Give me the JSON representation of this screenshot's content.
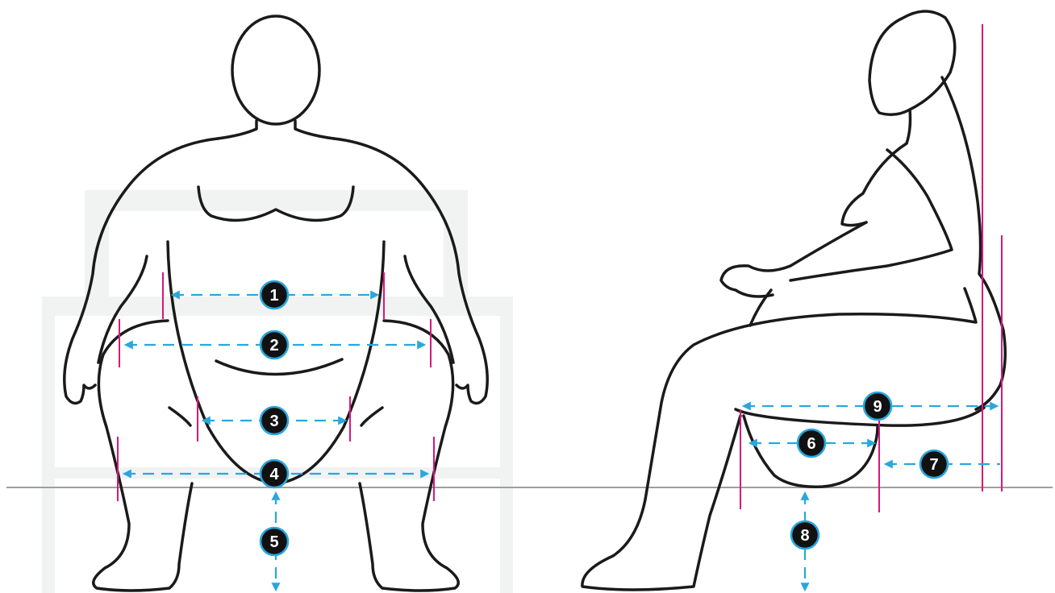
{
  "colors": {
    "outline": "#1a1a1a",
    "chair": "#f1f2f2",
    "floor": "#9e9e9e",
    "measure_arrow": "#29a7de",
    "landmark_mark": "#d6187a",
    "badge_fill": "#111111",
    "badge_ring": "#29a7de",
    "badge_text": "#ffffff"
  },
  "icons": {
    "front_view": "seated-person-front-silhouette",
    "side_view": "seated-person-side-silhouette",
    "chair": "chair-silhouette"
  },
  "measurements": [
    {
      "id": "m1",
      "label": "1",
      "view": "front"
    },
    {
      "id": "m2",
      "label": "2",
      "view": "front"
    },
    {
      "id": "m3",
      "label": "3",
      "view": "front"
    },
    {
      "id": "m4",
      "label": "4",
      "view": "front"
    },
    {
      "id": "m5",
      "label": "5",
      "view": "front"
    },
    {
      "id": "m6",
      "label": "6",
      "view": "side"
    },
    {
      "id": "m7",
      "label": "7",
      "view": "side"
    },
    {
      "id": "m8",
      "label": "8",
      "view": "side"
    },
    {
      "id": "m9",
      "label": "9",
      "view": "side"
    }
  ]
}
